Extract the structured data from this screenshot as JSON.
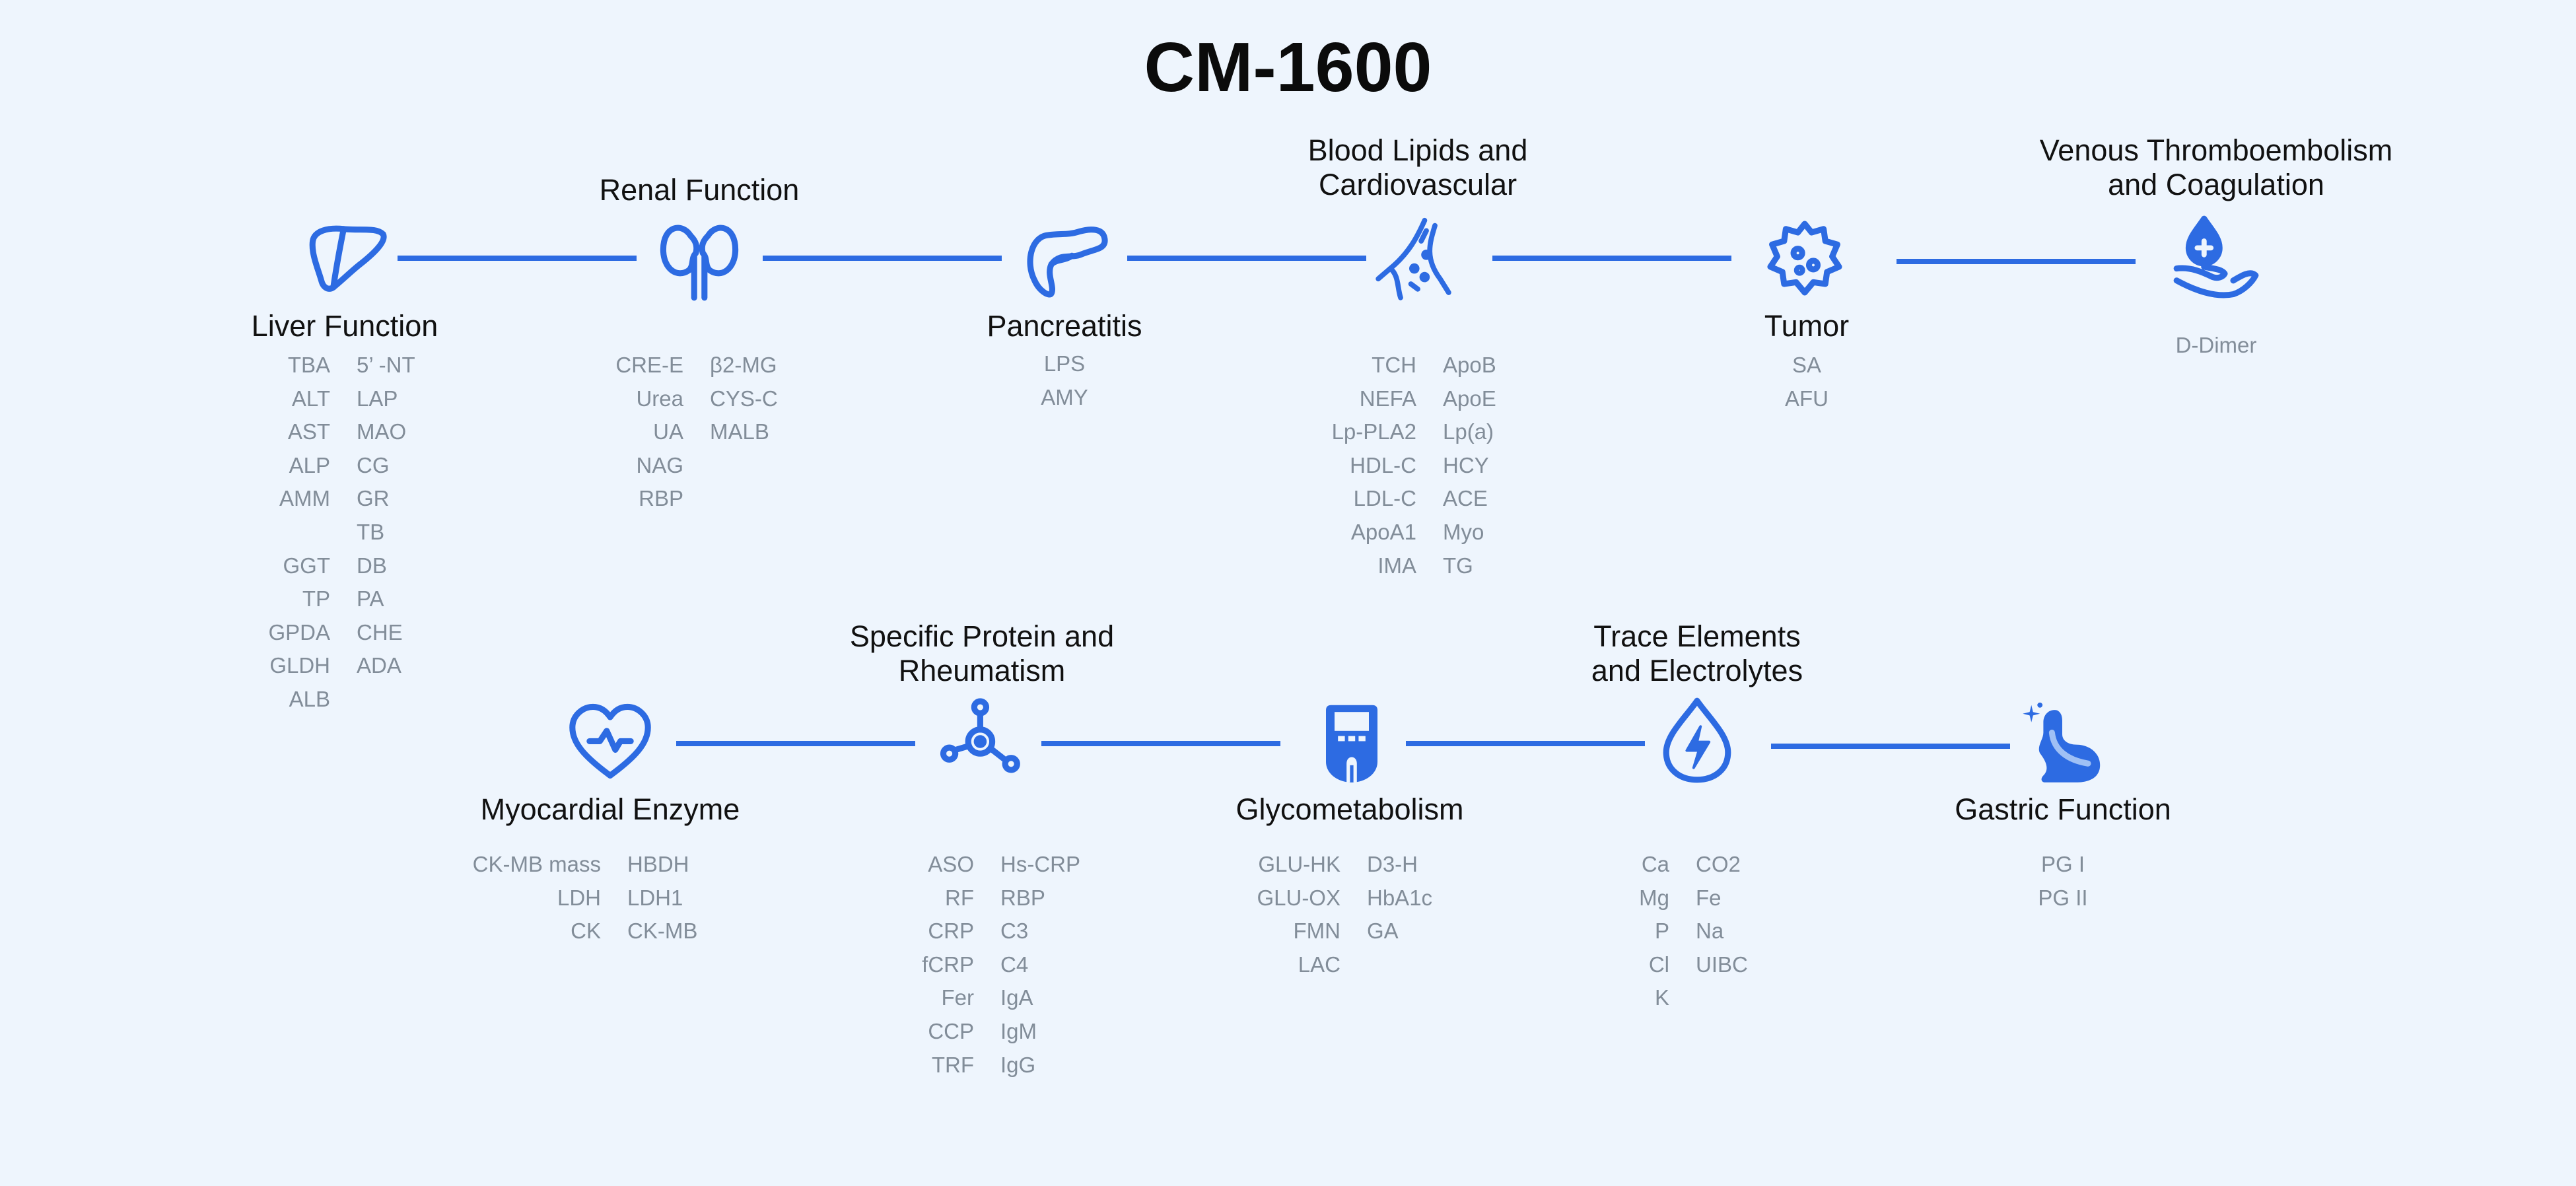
{
  "title": "CM-1600",
  "accent": "#2d6be2",
  "categories": {
    "liver": {
      "name": "Liver Function",
      "icon": "liver-icon",
      "left": [
        "TBA",
        "ALT",
        "AST",
        "ALP",
        "AMM",
        "",
        "GGT",
        "TP",
        "GPDA",
        "GLDH",
        "ALB"
      ],
      "right": [
        "5’ -NT",
        "LAP",
        "MAO",
        "CG",
        "GR",
        "TB",
        "DB",
        "PA",
        "CHE",
        "ADA"
      ]
    },
    "renal": {
      "name": "Renal Function",
      "icon": "kidney-icon",
      "left": [
        "CRE-E",
        "Urea",
        "UA",
        "NAG",
        "RBP"
      ],
      "right": [
        "β2-MG",
        "CYS-C",
        "MALB"
      ]
    },
    "pancreatitis": {
      "name": "Pancreatitis",
      "icon": "pancreas-icon",
      "items": [
        "LPS",
        "AMY"
      ]
    },
    "lipids": {
      "name_line1": "Blood Lipids and",
      "name_line2": "Cardiovascular",
      "icon": "blood-vessel-icon",
      "left": [
        "TCH",
        "NEFA",
        "Lp-PLA2",
        "HDL-C",
        "LDL-C",
        "ApoA1",
        "IMA"
      ],
      "right": [
        "ApoB",
        "ApoE",
        "Lp(a)",
        "HCY",
        "ACE",
        "Myo",
        "TG"
      ]
    },
    "tumor": {
      "name": "Tumor",
      "icon": "tumor-cell-icon",
      "items": [
        "SA",
        "AFU"
      ]
    },
    "vte": {
      "name_line1": "Venous Thromboembolism",
      "name_line2": "and Coagulation",
      "icon": "blood-drop-hand-icon",
      "items": [
        "D-Dimer"
      ]
    },
    "myocardial": {
      "name": "Myocardial Enzyme",
      "icon": "heart-icon",
      "left": [
        "CK-MB mass",
        "LDH",
        "CK"
      ],
      "right": [
        "HBDH",
        "LDH1",
        "CK-MB"
      ]
    },
    "protein": {
      "name_line1": "Specific Protein and",
      "name_line2": "Rheumatism",
      "icon": "molecule-icon",
      "left": [
        "ASO",
        "RF",
        "CRP",
        "fCRP",
        "Fer",
        "CCP",
        "TRF"
      ],
      "right": [
        "Hs-CRP",
        "RBP",
        "C3",
        "C4",
        "IgA",
        "IgM",
        "IgG"
      ]
    },
    "glyco": {
      "name": "Glycometabolism",
      "icon": "glucometer-icon",
      "left": [
        "GLU-HK",
        "GLU-OX",
        "FMN",
        "LAC"
      ],
      "right": [
        "D3-H",
        "HbA1c",
        "GA"
      ]
    },
    "trace": {
      "name_line1": "Trace Elements",
      "name_line2": "and Electrolytes",
      "icon": "electrolyte-drop-icon",
      "left": [
        "Ca",
        "Mg",
        "P",
        "Cl",
        "K"
      ],
      "right": [
        "CO2",
        "Fe",
        "Na",
        "UIBC"
      ]
    },
    "gastric": {
      "name": "Gastric Function",
      "icon": "stomach-icon",
      "items": [
        "PG I",
        "PG II"
      ]
    }
  }
}
